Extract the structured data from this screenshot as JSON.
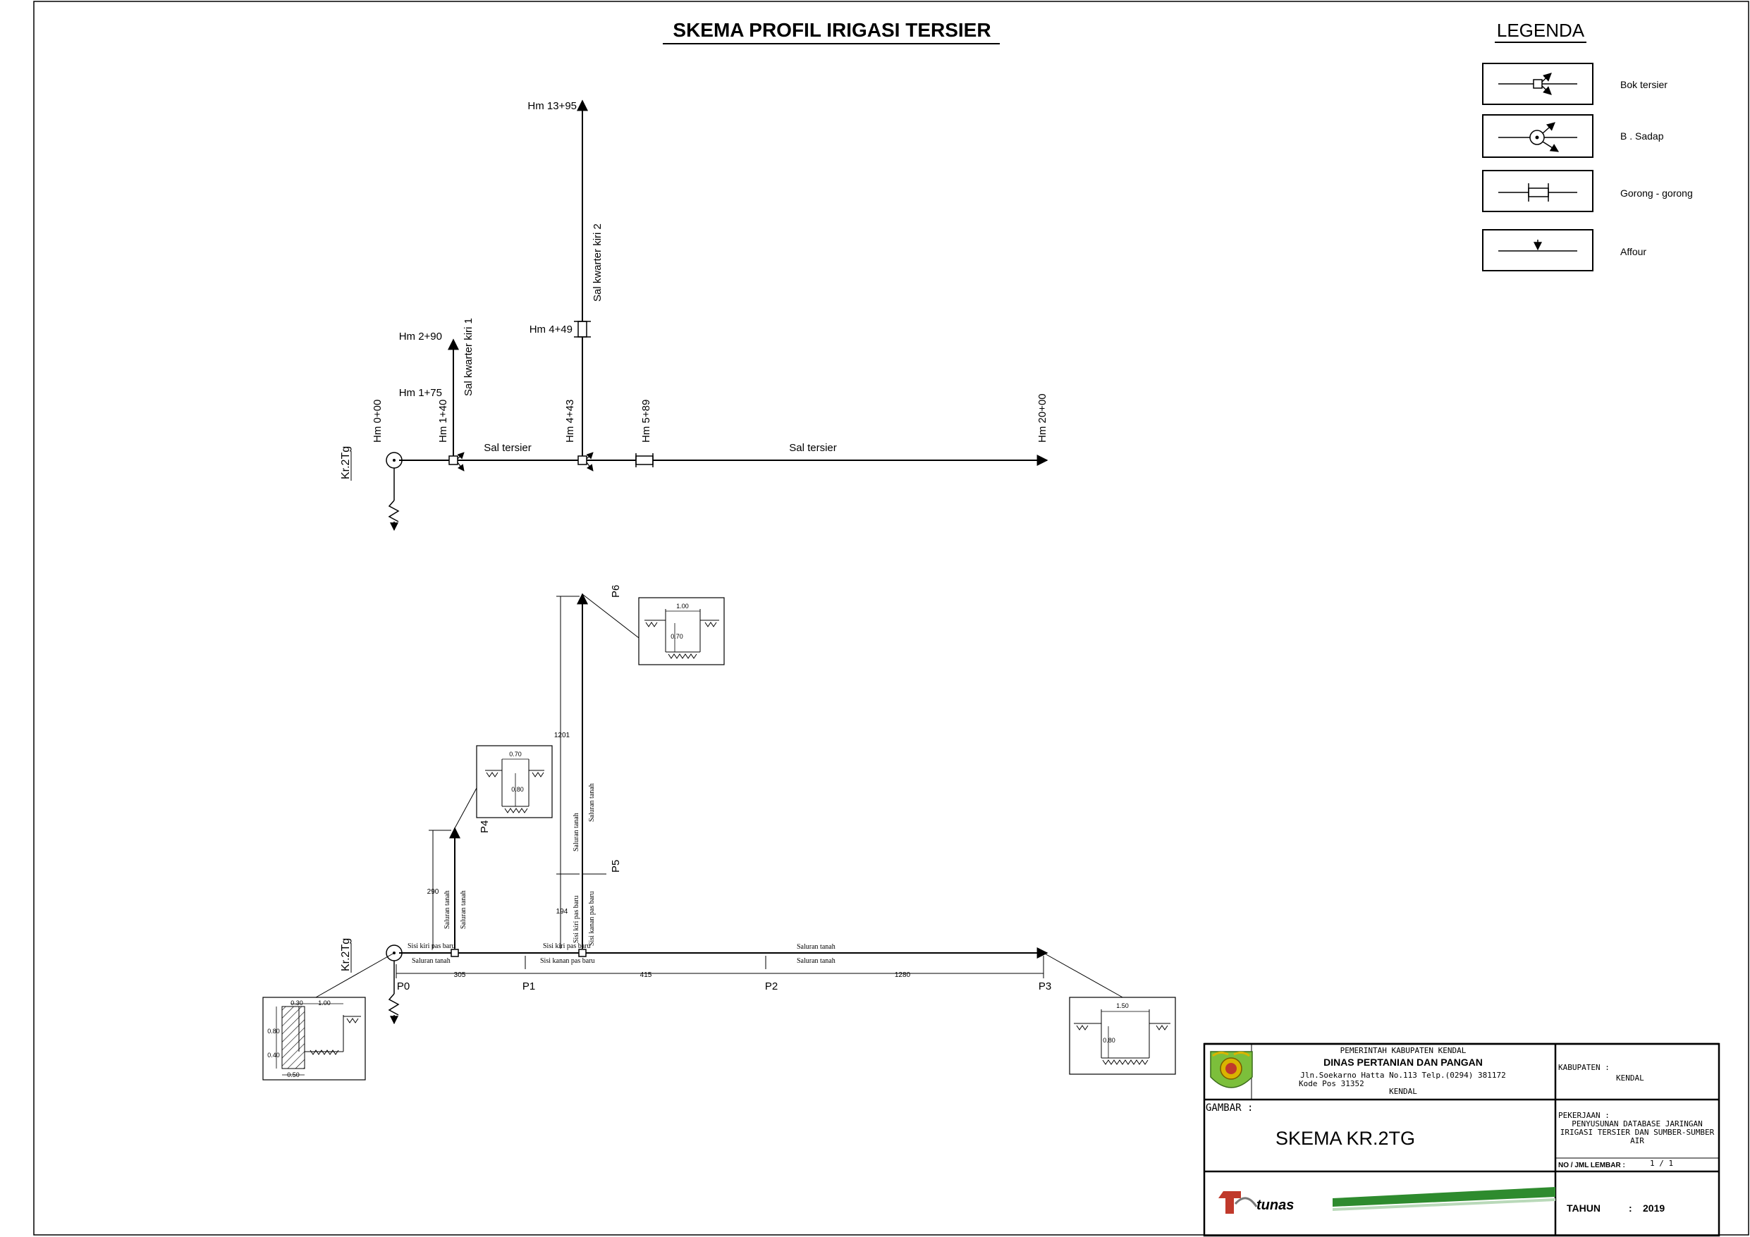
{
  "title": "SKEMA PROFIL IRIGASI TERSIER",
  "legend": {
    "heading": "LEGENDA",
    "items": [
      {
        "label": "Bok tersier",
        "icon": "bok-tersier-symbol-icon"
      },
      {
        "label": "B . Sadap",
        "icon": "b-sadap-symbol-icon"
      },
      {
        "label": "Gorong - gorong",
        "icon": "gorong-gorong-symbol-icon"
      },
      {
        "label": "Affour",
        "icon": "affour-symbol-icon"
      }
    ]
  },
  "schema": {
    "main_channel_label": "Sal tersier",
    "main_channel_label_2": "Sal tersier",
    "branch1_label": "Sal kwarter kiri 1",
    "branch2_label": "Sal kwarter kiri 2",
    "source_label": "Kr.2Tg",
    "stations": {
      "hm0": "Hm 0+00",
      "hm140": "Hm 1+40",
      "hm443": "Hm 4+43",
      "hm589": "Hm 5+89",
      "hm2000": "Hm 20+00",
      "hm175": "Hm 1+75",
      "hm290": "Hm 2+90",
      "hm449": "Hm 4+49",
      "hm1395": "Hm 13+95"
    }
  },
  "profile": {
    "source_label": "Kr.2Tg",
    "points": [
      "P0",
      "P1",
      "P2",
      "P3",
      "P4",
      "P5",
      "P6"
    ],
    "distances": {
      "p0_p1": "305",
      "p1_p2": "415",
      "p2_p3": "1280",
      "branch_p4": "290",
      "branch_194": "194",
      "branch_1201": "1201"
    },
    "channel_labels": {
      "sisi_kiri_pas_baru_1": "Sisi kiri pas baru",
      "saluran_tanah_1": "Saluran tanah",
      "sisi_kiri_pas_baru_2": "Sisi kiri pas baru",
      "sisi_kanan_pas_baru_1": "Sisi kanan pas baru",
      "saluran_tanah_2": "Saluran tanah",
      "saluran_tanah_3": "Saluran tanah",
      "p4_left": "Saluran tanah",
      "p4_right": "Saluran tanah",
      "p5_left": "Saluran tanah",
      "p5_right": "Saluran tanah",
      "v194_left": "Sisi kiri pas baru",
      "v194_right": "Sisi kanan pas baru"
    },
    "sections": {
      "p0": {
        "top": "0.30",
        "width": "1.00",
        "h1": "0.80",
        "h2": "0.40",
        "bottom": "0.50"
      },
      "p3": {
        "width": "1.50",
        "depth": "0.80"
      },
      "p4": {
        "width": "0.70",
        "depth": "0.80"
      },
      "p6": {
        "width": "1.00",
        "depth": "0.70"
      }
    }
  },
  "title_block": {
    "agency_line1": "PEMERINTAH KABUPATEN KENDAL",
    "agency_line2": "DINAS PERTANIAN DAN PANGAN",
    "agency_line3": "Jln.Soekarno Hatta No.113 Telp.(0294) 381172",
    "agency_line4": "Kode Pos 31352",
    "agency_line5": "KENDAL",
    "kabupaten_label": "KABUPATEN :",
    "kabupaten_value": "KENDAL",
    "gambar_label": "GAMBAR :",
    "gambar_value": "SKEMA KR.2TG",
    "pekerjaan_label": "PEKERJAAN :",
    "pekerjaan_line1": "PENYUSUNAN DATABASE JARINGAN",
    "pekerjaan_line2": "IRIGASI TERSIER DAN SUMBER-SUMBER",
    "pekerjaan_line3": "AIR",
    "lembar_label": "NO / JML LEMBAR :",
    "lembar_value": "1 / 1",
    "tahun_label": "TAHUN",
    "tahun_sep": ":",
    "tahun_value": "2019",
    "brand": "tunas"
  },
  "colors": {
    "green": "#2e8b2e",
    "red": "#c0392b",
    "logo_gold": "#d9b400"
  }
}
